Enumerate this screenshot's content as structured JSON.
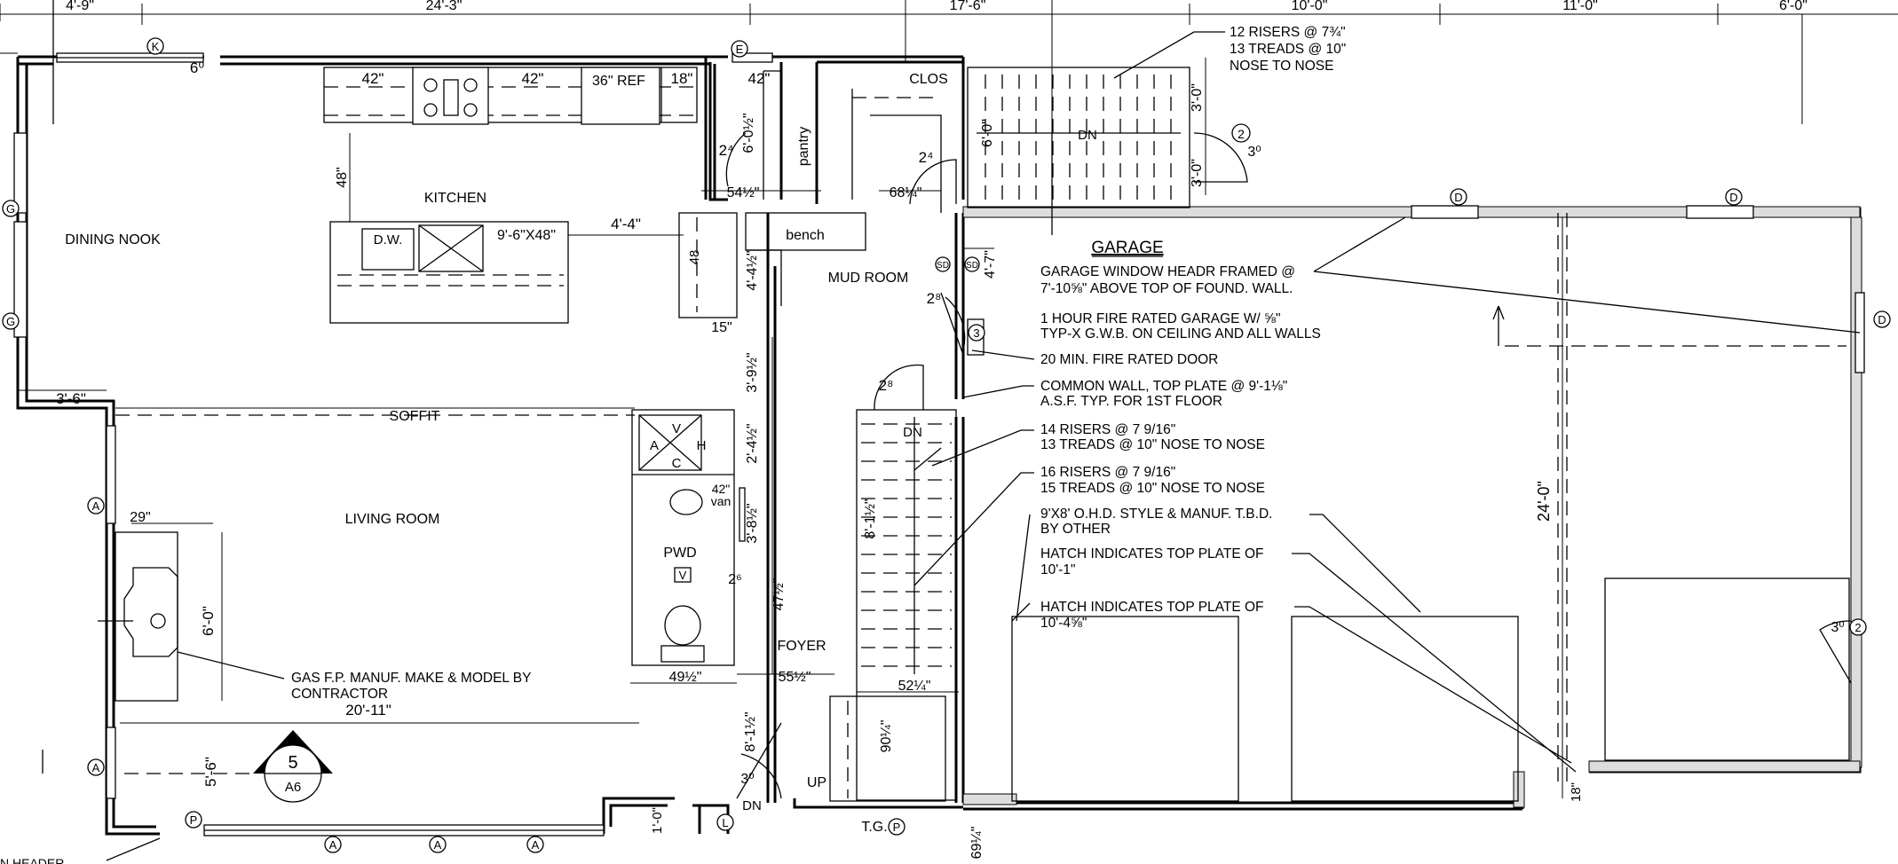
{
  "rooms": {
    "dining": "DINING NOOK",
    "kitchen": "KITCHEN",
    "mud": "MUD ROOM",
    "living": "LIVING ROOM",
    "pwd": "PWD",
    "foyer": "FOYER",
    "garage": "GARAGE",
    "pantry": "pantry",
    "clos": "CLOS",
    "bench": "bench",
    "soffit": "SOFFIT"
  },
  "dims_top": [
    "4'-9\"",
    "24'-3\"",
    "17'-6\"",
    "10'-0\"",
    "11'-0\"",
    "6'-0\""
  ],
  "labels": {
    "c42a": "42\"",
    "c42b": "42\"",
    "ref": "36\" REF",
    "c18": "18\"",
    "c42c": "42\"",
    "d48": "48\"",
    "dw": "D.W.",
    "island": "9'-6\"X48\"",
    "d44": "4'-4\"",
    "d600": "6'-0½\"",
    "d544": "54½\"",
    "d684": "68¼\"",
    "n48": "48",
    "d442": "4'-4½\"",
    "d15": "15\"",
    "d392": "3'-9½\"",
    "d242": "2'-4½\"",
    "d382": "3'-8½\"",
    "d472": "47½\"",
    "d492": "49½\"",
    "d552": "55½\"",
    "d524": "52¼\"",
    "d904": "90¼\"",
    "d812": "8'-1½\"",
    "d812b": "8'-1½\"",
    "d694": "69¼\"",
    "d29": "29\"",
    "d36": "3'-6\"",
    "d6": "6'-0\"",
    "d2011": "20'-11\"",
    "d56": "5'-6\"",
    "d10": "1'-0\"",
    "d18": "18\"",
    "d24": "24'-0\"",
    "d30a": "3'-0\"",
    "d30b": "3'-0\"",
    "d6b": "6'-0\"",
    "d47": "4'-7\"",
    "van": "42\"\nvan",
    "dn1": "DN",
    "dn2": "DN",
    "dn3": "DN",
    "up": "UP",
    "tg": "T.G.",
    "sd1": "SD",
    "sd2": "SD",
    "v": "V",
    "h": "H",
    "a": "A",
    "c": "C",
    "vbox": "V",
    "sw60": "6⁰",
    "sw24": "2⁴",
    "sw24b": "2⁴",
    "sw28": "2⁸",
    "sw28b": "2⁸",
    "sw26": "2⁶",
    "sw30": "3⁰",
    "sw30b": "3⁰",
    "sw30c": "3⁰"
  },
  "tags": {
    "K": "K",
    "E": "E",
    "G1": "G",
    "G2": "G",
    "A1": "A",
    "A2": "A",
    "A3": "A",
    "A4": "A",
    "A5": "A",
    "P1": "P",
    "P2": "P",
    "L": "L",
    "D1": "D",
    "D2": "D",
    "D3": "D",
    "n2a": "2",
    "n2b": "2",
    "n3": "3",
    "sec_num": "5",
    "sec_sheet": "A6"
  },
  "notes": {
    "stairs_top": [
      "12 RISERS @ 7¾\"",
      "13 TREADS @ 10\"",
      "NOSE TO NOSE"
    ],
    "garage_window": [
      "GARAGE WINDOW HEADR  FRAMED @",
      "7'-10⅝\" ABOVE TOP OF FOUND. WALL."
    ],
    "fire_rated": [
      "1 HOUR FIRE RATED GARAGE W/ ⅝\"",
      "TYP-X G.W.B. ON CEILING AND ALL WALLS"
    ],
    "door": [
      "20 MIN. FIRE RATED DOOR"
    ],
    "common_wall": [
      "COMMON WALL, TOP PLATE @ 9'-1⅛\"",
      "A.S.F. TYP. FOR 1ST FLOOR"
    ],
    "risers14": [
      "14 RISERS @ 7 9/16\"",
      "13 TREADS @ 10\" NOSE TO NOSE"
    ],
    "risers16": [
      "16 RISERS @ 7 9/16\"",
      "15 TREADS @ 10\" NOSE TO NOSE"
    ],
    "ohd": [
      "9'X8' O.H.D. STYLE & MANUF. T.B.D.",
      "BY OTHER"
    ],
    "hatch1": [
      "HATCH INDICATES TOP PLATE OF",
      "10'-1\""
    ],
    "hatch2": [
      "HATCH INDICATES TOP PLATE OF",
      "10'-4⅝\""
    ],
    "fireplace": [
      "GAS F.P. MANUF. MAKE & MODEL BY",
      "CONTRACTOR"
    ],
    "header_cut": "N HEADER"
  }
}
